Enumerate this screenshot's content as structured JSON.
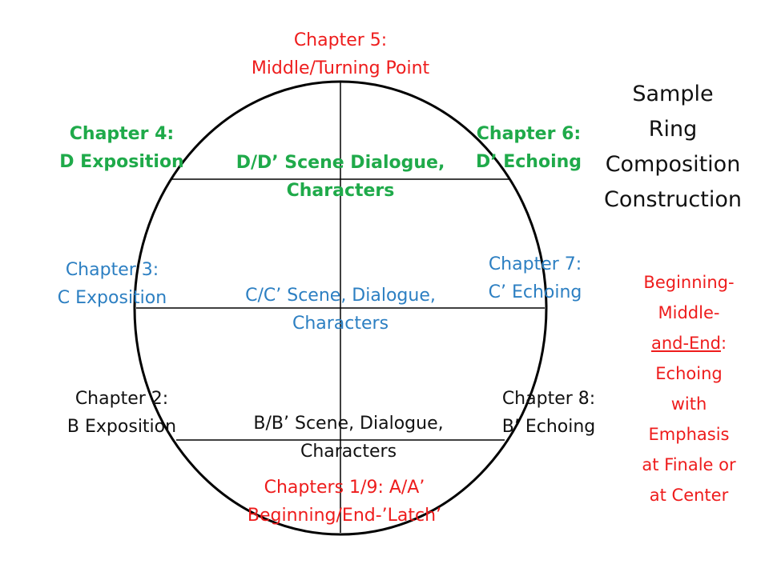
{
  "top": {
    "line1": "Chapter 5:",
    "line2": "Middle/Turning Point"
  },
  "chapter4": {
    "line1": "Chapter 4:",
    "line2": "D Exposition"
  },
  "chapter6": {
    "line1": "Chapter 6:",
    "line2": "D’ Echoing"
  },
  "sceneD": {
    "line1": "D/D’ Scene Dialogue,",
    "line2": "Characters"
  },
  "chapter3": {
    "line1": "Chapter 3:",
    "line2": "C Exposition"
  },
  "chapter7": {
    "line1": "Chapter 7:",
    "line2": "C’ Echoing"
  },
  "sceneC": {
    "line1": "C/C’ Scene, Dialogue,",
    "line2": "Characters"
  },
  "chapter2": {
    "line1": "Chapter 2:",
    "line2": "B Exposition"
  },
  "chapter8": {
    "line1": "Chapter 8:",
    "line2": "B’ Echoing"
  },
  "sceneB": {
    "line1": "B/B’ Scene, Dialogue,",
    "line2": "Characters"
  },
  "bottom": {
    "line1": "Chapters 1/9: A/A’",
    "line2": "Beginning/End-’Latch’"
  },
  "title": {
    "line1": "Sample",
    "line2": "Ring",
    "line3": "Composition",
    "line4": "Construction"
  },
  "note": {
    "line1": "Beginning-",
    "line2": "Middle-",
    "line3_underlined": "and-End",
    "line3_rest": ":",
    "line4": "Echoing",
    "line5": "with",
    "line6": "Emphasis",
    "line7": "at Finale or",
    "line8": "at Center"
  },
  "colors": {
    "red": "#ee1c1c",
    "green": "#1faa4a",
    "blue": "#2c7fc2",
    "black": "#111111"
  }
}
